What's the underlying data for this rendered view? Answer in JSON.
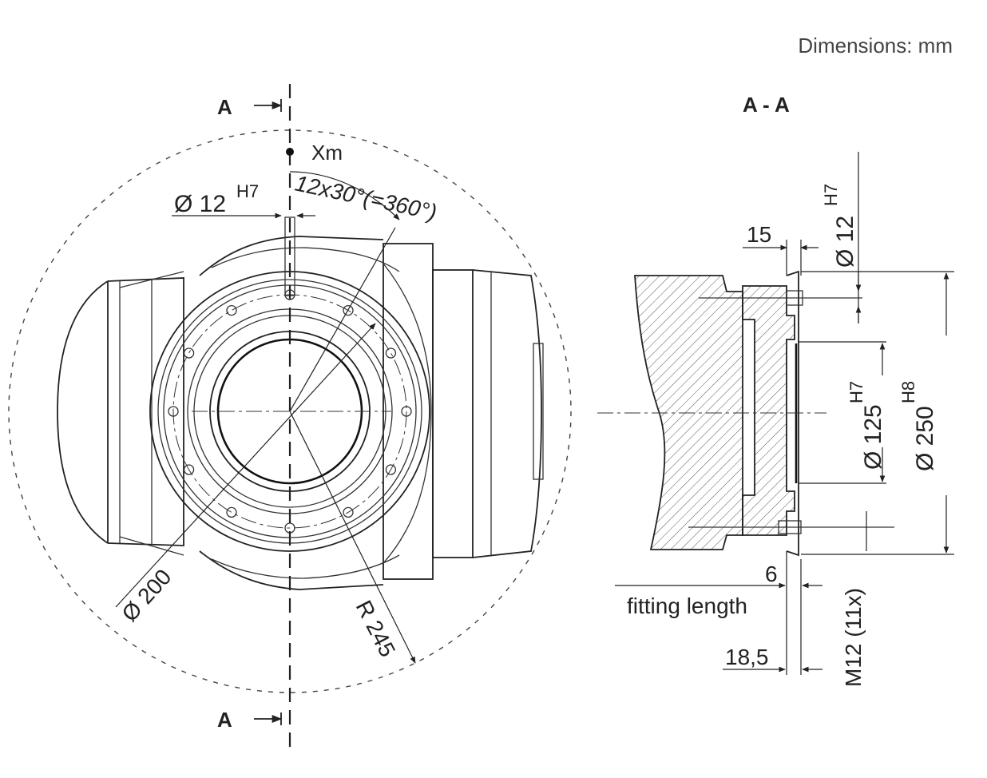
{
  "units_note": "Dimensions: mm",
  "front_view": {
    "section_marker_top": "A",
    "section_marker_bottom": "A",
    "reference_point": "Xm",
    "pin_hole_dia": {
      "label": "Ø 12",
      "tol": "H7"
    },
    "bolt_pattern": "12x30°(=360°)",
    "pitch_circle": "Ø 200",
    "radius": "R 245"
  },
  "section_view": {
    "title": "A - A",
    "depth_15": "15",
    "pin_dia": {
      "label": "Ø 12",
      "tol": "H7"
    },
    "bore_125": {
      "label": "Ø 125",
      "tol": "H7"
    },
    "bore_250": {
      "label": "Ø 250",
      "tol": "H8"
    },
    "fitting_length_value": "6",
    "fitting_length_label": "fitting length",
    "thread_depth": "18,5",
    "thread": "M12 (11x)"
  }
}
